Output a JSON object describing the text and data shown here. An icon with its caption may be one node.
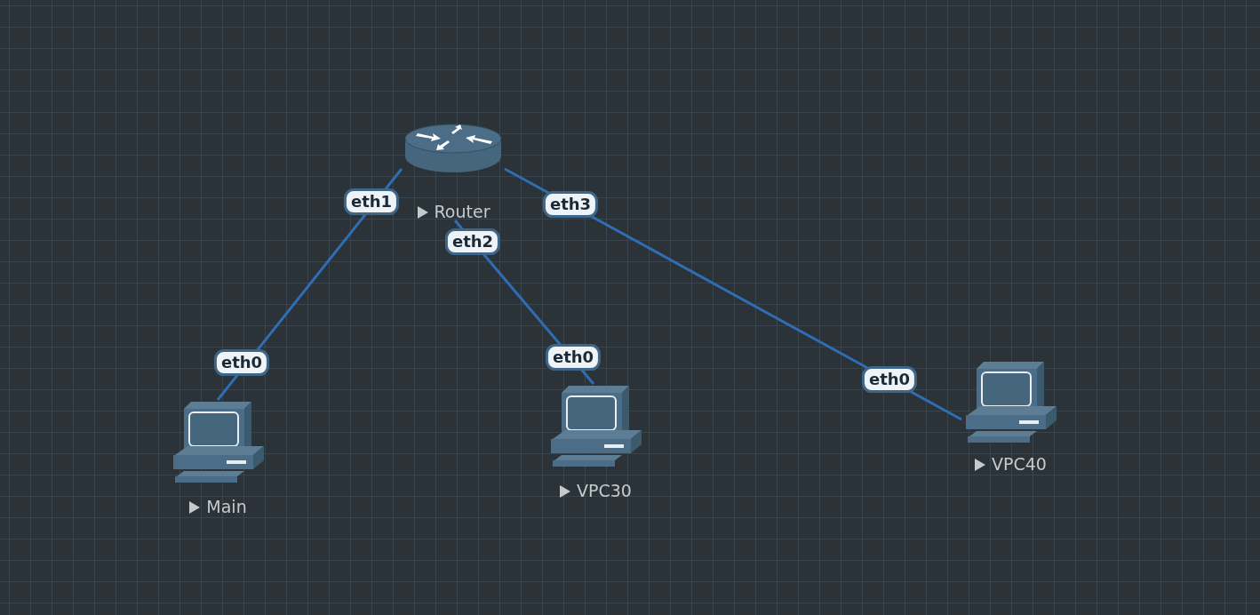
{
  "diagram": {
    "nodes": [
      {
        "text": [
          "Router"
        ]
      },
      {
        "text": [
          "Main"
        ]
      },
      {
        "text": [
          "VPC30"
        ]
      },
      {
        "text": [
          "VPC40"
        ]
      }
    ],
    "edges": [
      {
        "from": 0,
        "to": 1,
        "arrow": "none"
      },
      {
        "from": 0,
        "to": 2,
        "arrow": "none"
      },
      {
        "from": 0,
        "to": 3,
        "arrow": "none"
      }
    ],
    "labels": [
      "eth1",
      "eth3",
      "eth2",
      "eth0",
      "eth0",
      "eth0"
    ]
  }
}
